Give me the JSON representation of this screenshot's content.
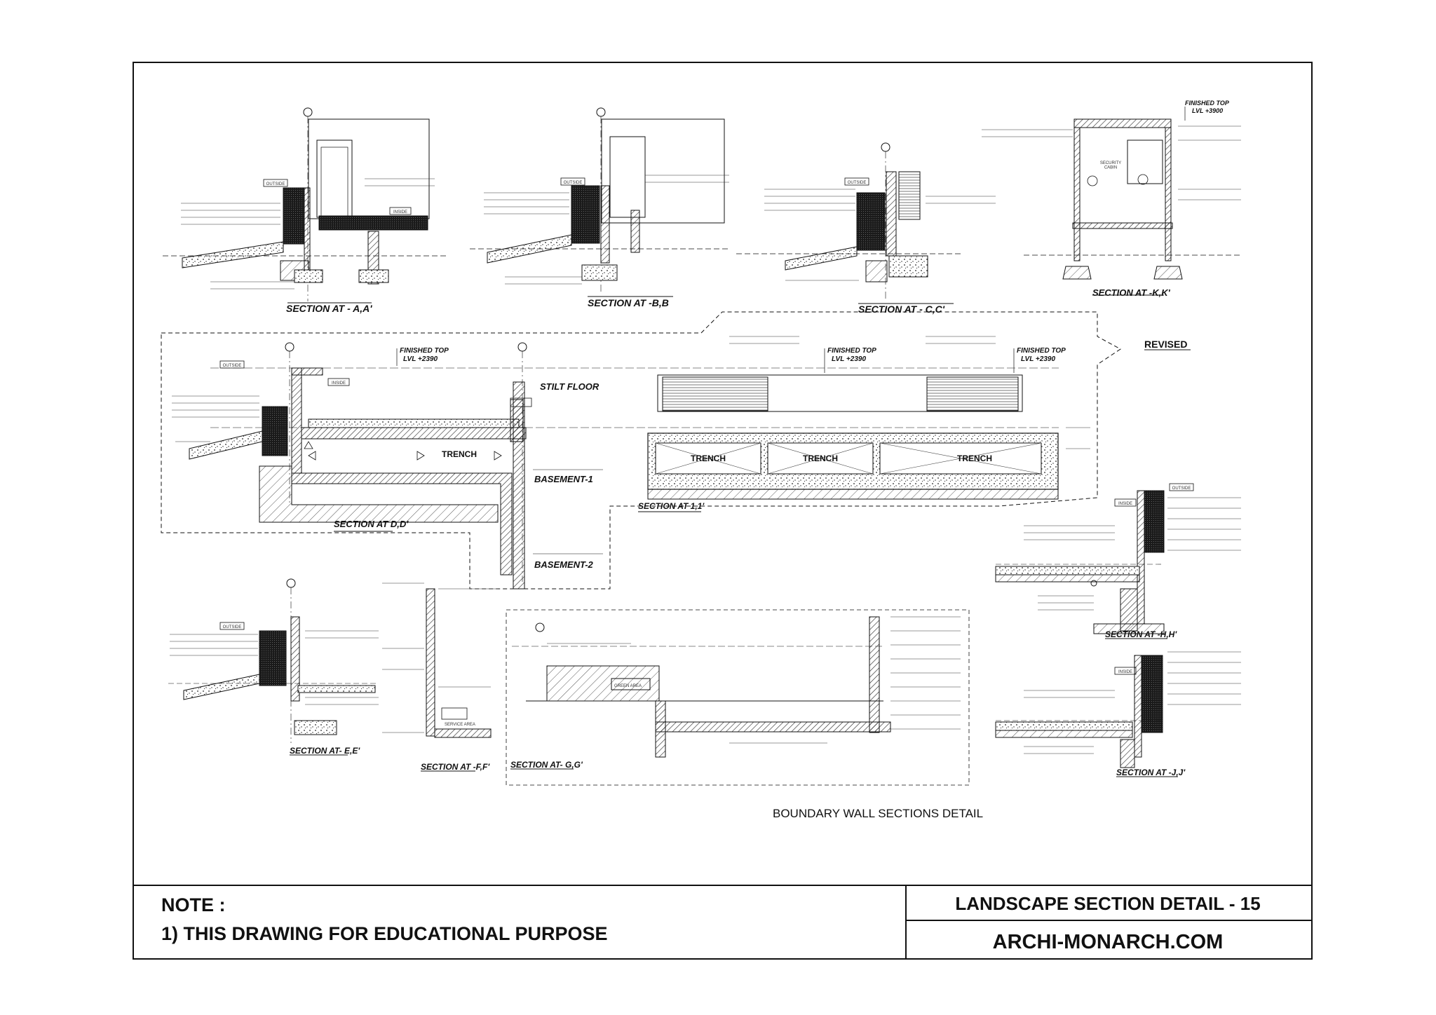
{
  "sheet": {
    "drawing_caption": "BOUNDARY WALL SECTIONS DETAIL",
    "revised_tag": "REVISED",
    "note_heading": "NOTE :",
    "note_line": "1) THIS DRAWING FOR EDUCATIONAL PURPOSE",
    "title": "LANDSCAPE SECTION DETAIL - 15",
    "website": "ARCHI-MONARCH.COM"
  },
  "sections": {
    "aa": "SECTION AT - A,A'",
    "bb": "SECTION AT -B,B",
    "cc": "SECTION AT - C,C'",
    "kk": "SECTION AT -K,K'",
    "dd": "SECTION AT D,D'",
    "ii": "SECTION AT 1,1'",
    "hh": "SECTION AT -H,H'",
    "ee": "SECTION AT- E,E'",
    "ff": "SECTION AT -F,F'",
    "gg": "SECTION AT- G,G'",
    "jj": "SECTION AT -J,J'"
  },
  "labels": {
    "outside": "OUTSIDE",
    "inside": "INSIDE",
    "security_cabin": "SECURITY\nCABIN",
    "finished_top": "FINISHED TOP",
    "lvl_3900": "LVL +3900",
    "lvl_2390": "LVL +2390",
    "stilt_floor": "STILT FLOOR",
    "basement_1": "BASEMENT-1",
    "basement_2": "BASEMENT-2",
    "trench": "TRENCH",
    "green_area": "GREEN AREA",
    "service_area": "SERVICE AREA"
  }
}
